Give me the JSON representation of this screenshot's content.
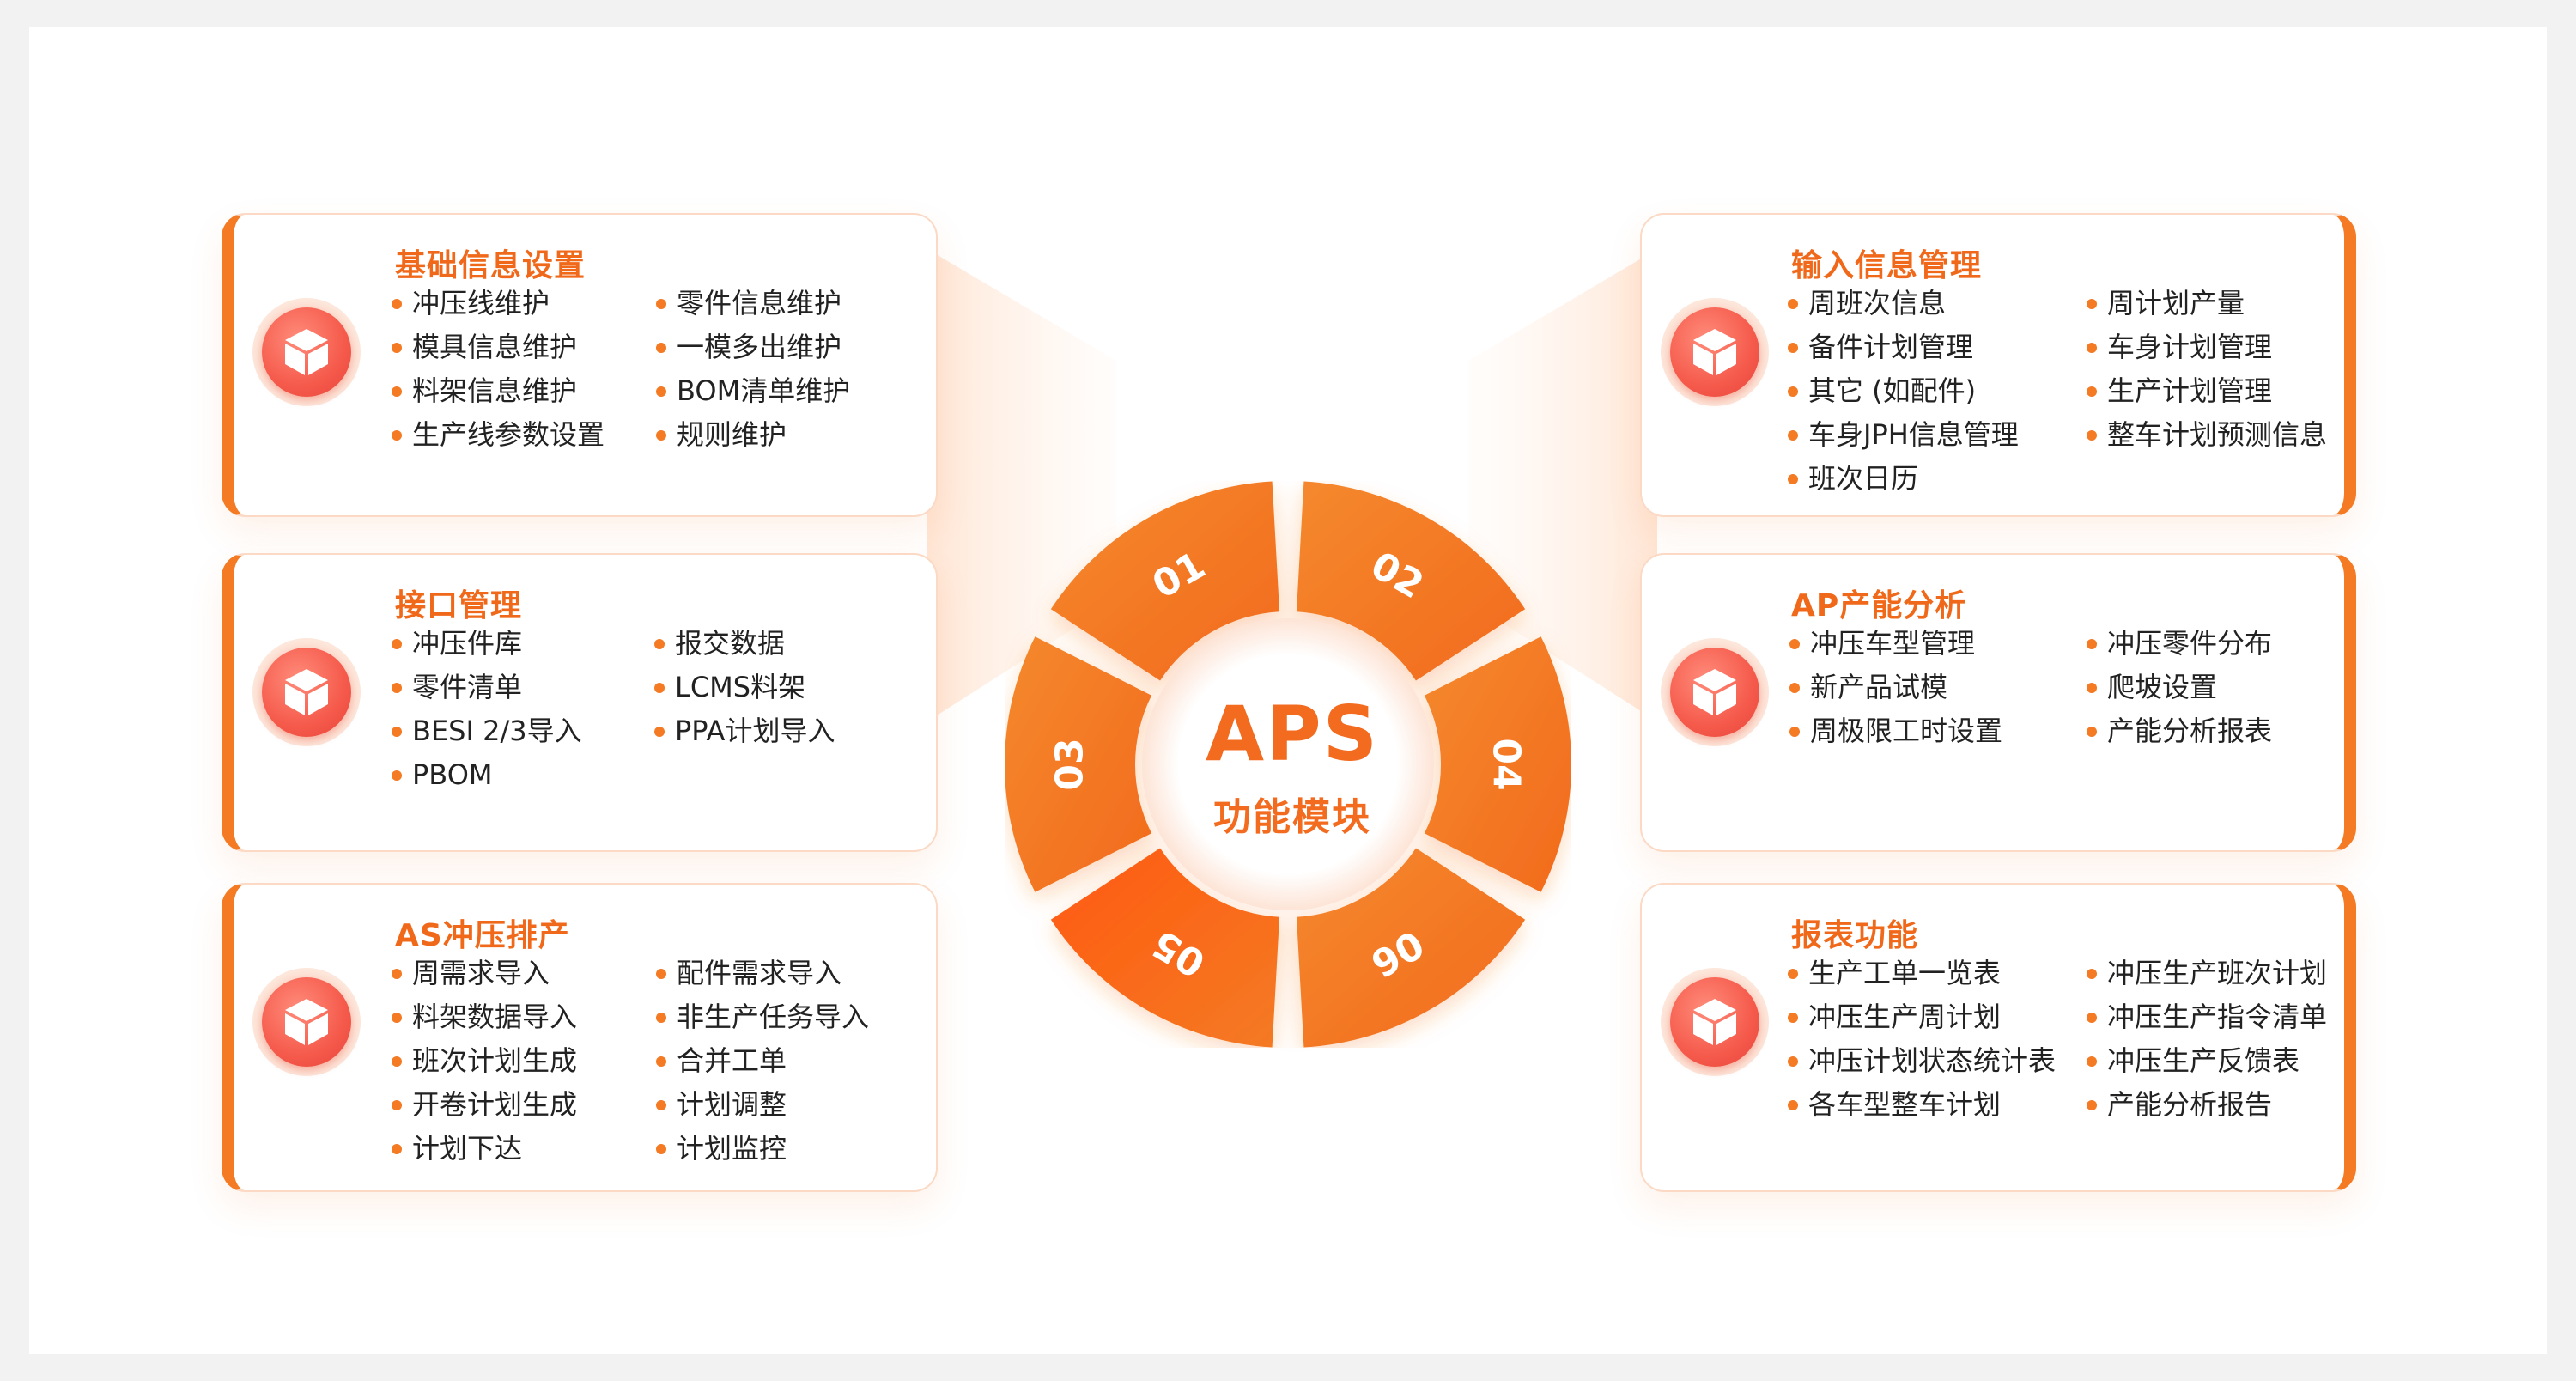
{
  "center": {
    "title": "APS",
    "subtitle": "功能模块"
  },
  "segments": [
    "01",
    "02",
    "04",
    "06",
    "05",
    "03"
  ],
  "colors": {
    "accent": "#f47a24",
    "title_orange": "#f0691a",
    "icon_red": "#f55a4b",
    "border_light": "#fbd9c4"
  },
  "panels": {
    "basic": {
      "title": "基础信息设置",
      "col1": [
        "冲压线维护",
        "模具信息维护",
        "料架信息维护",
        "生产线参数设置"
      ],
      "col2": [
        "零件信息维护",
        "一模多出维护",
        "BOM清单维护",
        "规则维护"
      ]
    },
    "interface": {
      "title": "接口管理",
      "col1": [
        "冲压件库",
        "零件清单",
        "BESI 2/3导入",
        "PBOM"
      ],
      "col2": [
        "报交数据",
        "LCMS料架",
        "PPA计划导入"
      ]
    },
    "as": {
      "title": "AS冲压排产",
      "col1": [
        "周需求导入",
        "料架数据导入",
        "班次计划生成",
        "开卷计划生成",
        "计划下达"
      ],
      "col2": [
        "配件需求导入",
        "非生产任务导入",
        "合并工单",
        "计划调整",
        "计划监控"
      ]
    },
    "input": {
      "title": "输入信息管理",
      "col1": [
        "周班次信息",
        "备件计划管理",
        "其它 (如配件)",
        "车身JPH信息管理",
        "班次日历"
      ],
      "col2": [
        "周计划产量",
        "车身计划管理",
        "生产计划管理",
        "整车计划预测信息"
      ]
    },
    "ap": {
      "title": "AP产能分析",
      "col1": [
        "冲压车型管理",
        "新产品试模",
        "周极限工时设置"
      ],
      "col2": [
        "冲压零件分布",
        "爬坡设置",
        "产能分析报表"
      ]
    },
    "report": {
      "title": "报表功能",
      "col1": [
        "生产工单一览表",
        "冲压生产周计划",
        "冲压计划状态统计表",
        "各车型整车计划"
      ],
      "col2": [
        "冲压生产班次计划",
        "冲压生产指令清单",
        "冲压生产反馈表",
        "产能分析报告"
      ]
    }
  }
}
